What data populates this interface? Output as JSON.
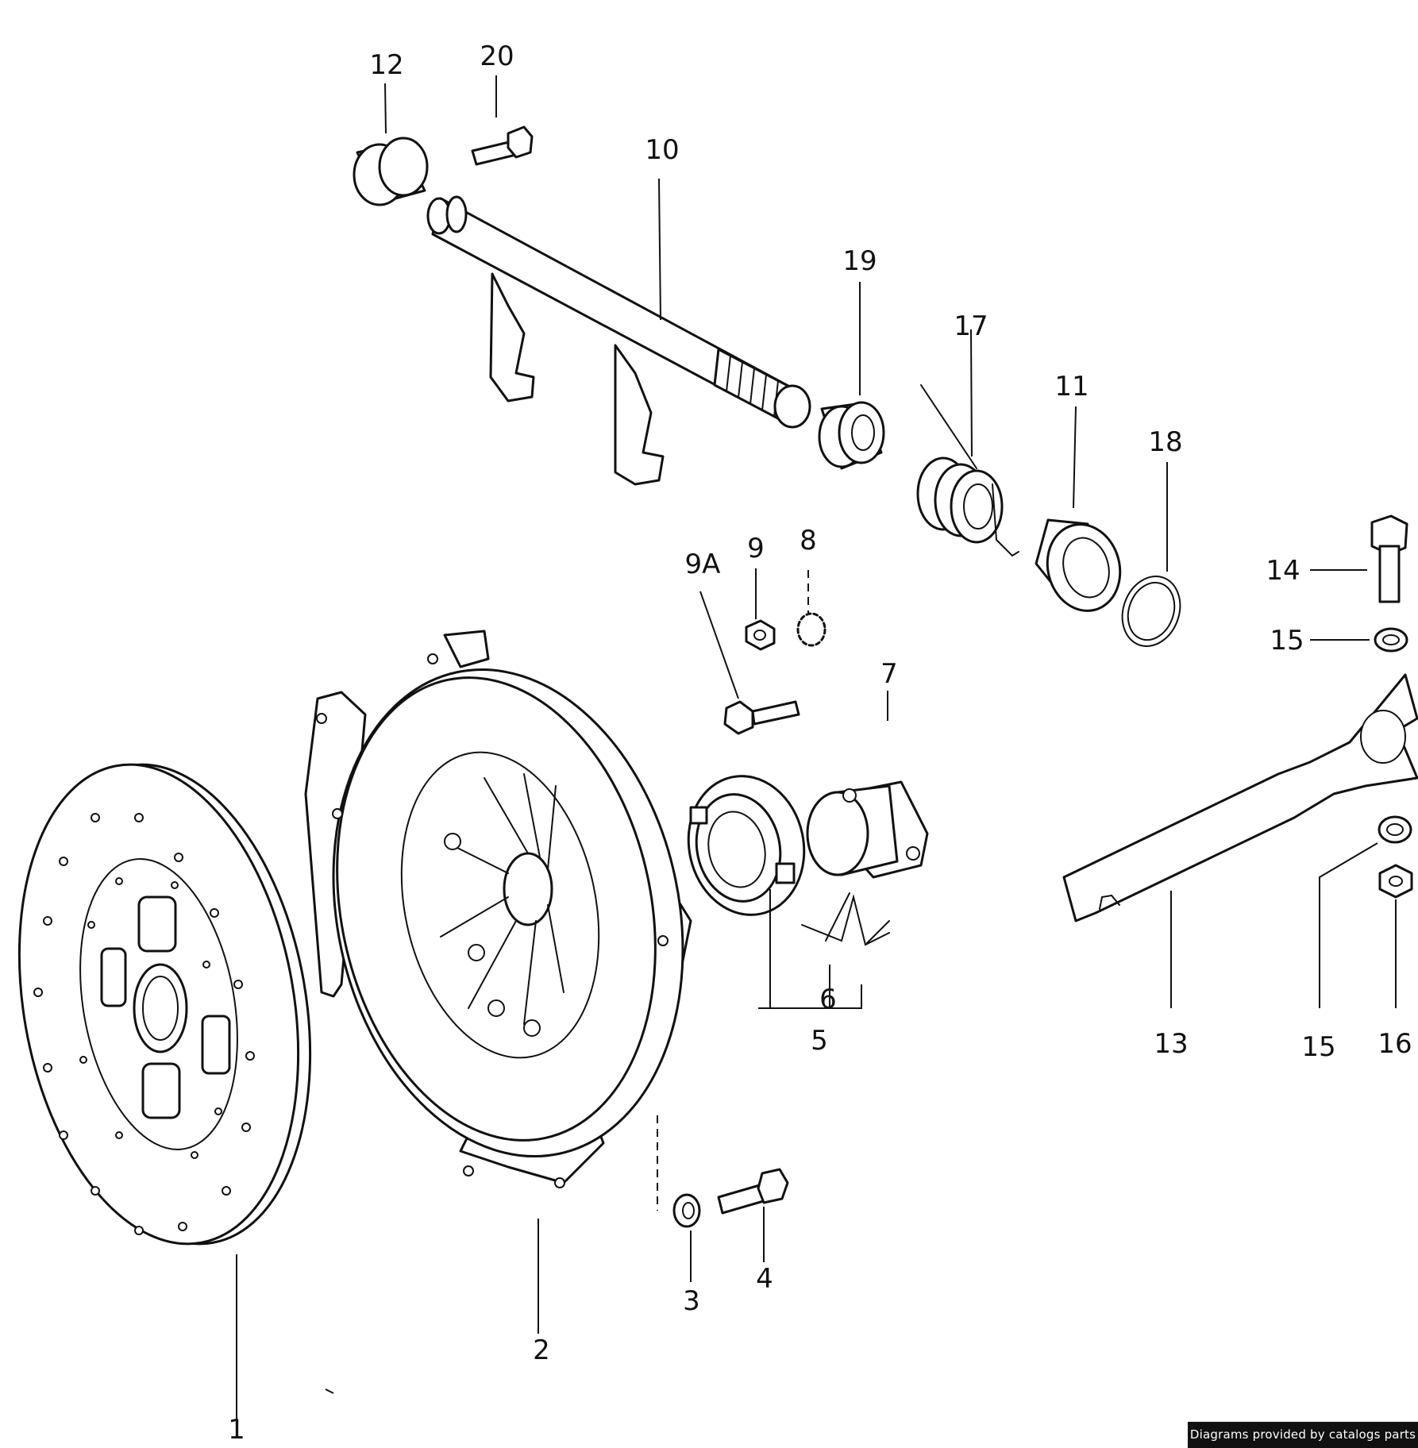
{
  "diagram": {
    "callouts": {
      "p1": "1",
      "p2": "2",
      "p3": "3",
      "p4": "4",
      "p5": "5",
      "p6": "6",
      "p7": "7",
      "p8": "8",
      "p9": "9",
      "p9a": "9A",
      "p10": "10",
      "p11": "11",
      "p12": "12",
      "p13": "13",
      "p14": "14",
      "p15a": "15",
      "p15b": "15",
      "p16": "16",
      "p17": "17",
      "p18": "18",
      "p19": "19",
      "p20": "20"
    },
    "credit": "Diagrams provided by catalogs parts"
  }
}
